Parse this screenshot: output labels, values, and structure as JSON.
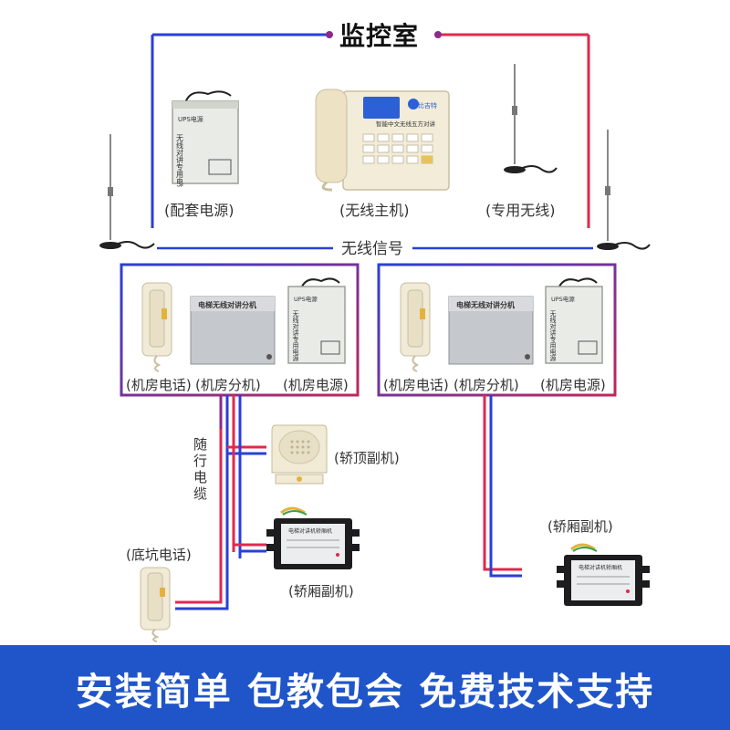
{
  "monitor_room": {
    "title": "监控室"
  },
  "wireless_signal_label": "无线信号",
  "labels": {
    "ups_power": "(配套电源)",
    "wireless_host": "(无线主机)",
    "dedicated_antenna": "(专用无线)",
    "machine_room_phone_1": "(机房电话)",
    "machine_room_ext_1": "(机房分机)",
    "machine_room_power_1": "(机房电源)",
    "machine_room_phone_2": "(机房电话)",
    "machine_room_ext_2": "(机房分机)",
    "machine_room_power_2": "(机房电源)",
    "car_top_sub": "(轿顶副机)",
    "car_sub_left": "(轿厢副机)",
    "car_sub_right": "(轿厢副机)",
    "pit_phone": "(底坑电话)",
    "trailing_cable": "随行电缆"
  },
  "device_text": {
    "ups_brand": "UPS电源",
    "ups_title": "无线对讲专用电源",
    "host_brand": "比吉特",
    "host_title": "智能中文无线五方对讲",
    "extension_title": "电梯无线对讲分机",
    "car_sub_title": "电梯对讲机轿厢机"
  },
  "banner": {
    "text": "安装简单 包教包会 免费技术支持"
  },
  "colors": {
    "blue": "#2a3fd8",
    "red": "#e0294a",
    "purple": "#8b2a8a",
    "banner": "#1f55c8"
  }
}
